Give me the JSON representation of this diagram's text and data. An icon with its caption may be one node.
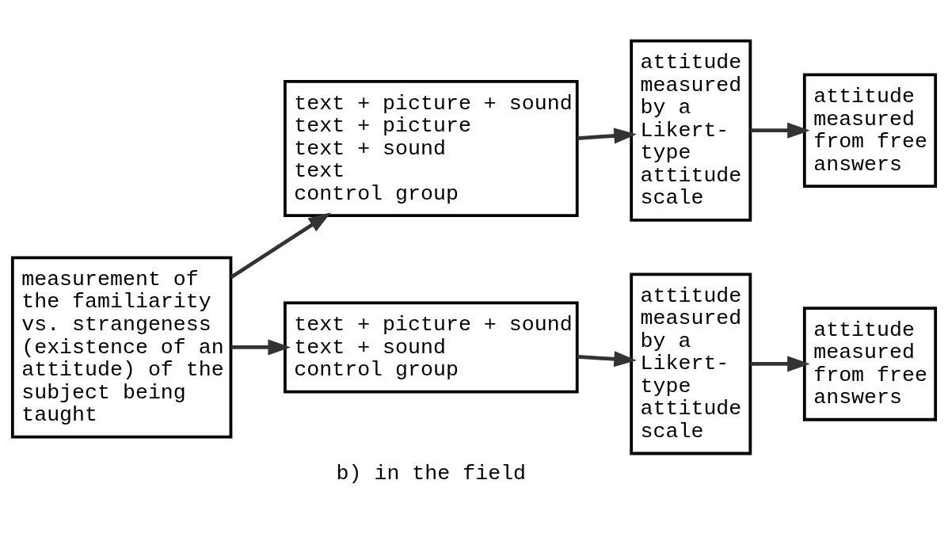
{
  "diagram": {
    "nodes": [
      {
        "text": [
          "measurement of the familiarity vs. strangeness (existence of an attitude) of the subject being taught"
        ]
      },
      {
        "text": [
          "text + picture + sound",
          "text + picture",
          "text + sound",
          "text",
          "control group"
        ]
      },
      {
        "text": [
          "attitude measured by a Likert-type attitude scale"
        ]
      },
      {
        "text": [
          "attitude measured from free answers"
        ]
      },
      {
        "text": [
          "text + picture + sound",
          "text + sound",
          "control group"
        ]
      },
      {
        "text": [
          "attitude measured by a Likert-type attitude scale"
        ]
      },
      {
        "text": [
          "attitude measured from free answers"
        ]
      }
    ],
    "edges": [
      {
        "from": 0,
        "to": 1,
        "arrow": "to"
      },
      {
        "from": 1,
        "to": 2,
        "arrow": "to"
      },
      {
        "from": 2,
        "to": 3,
        "arrow": "to"
      },
      {
        "from": 0,
        "to": 4,
        "arrow": "to"
      },
      {
        "from": 4,
        "to": 5,
        "arrow": "to"
      },
      {
        "from": 5,
        "to": 6,
        "arrow": "to"
      }
    ],
    "labels": [
      "b) in the field"
    ]
  }
}
